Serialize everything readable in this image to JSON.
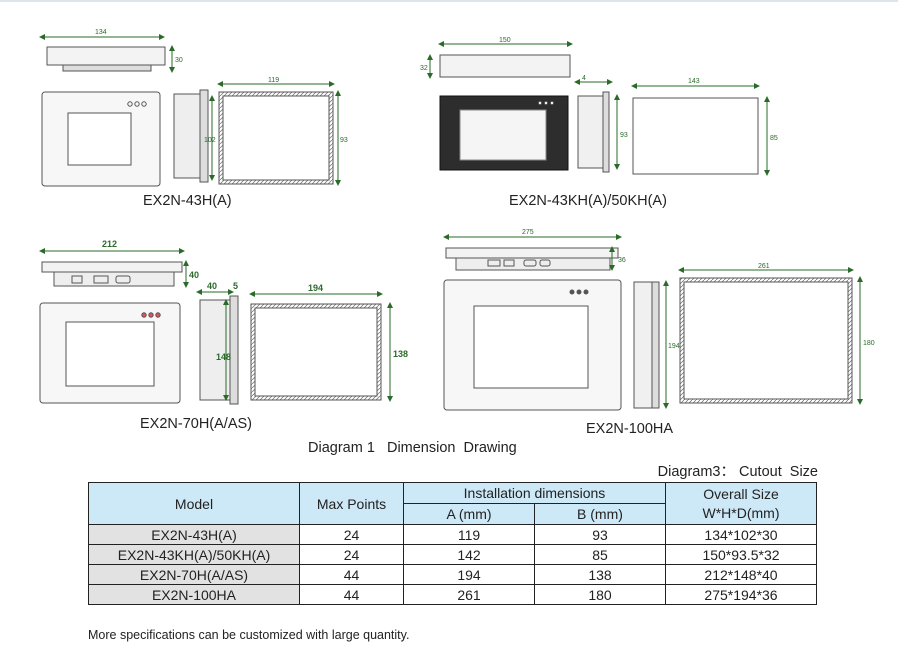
{
  "drawings": [
    {
      "caption": "EX2N-43H(A)",
      "dims": {
        "width": "134",
        "depth": "30",
        "cut_w": "119",
        "cut_h": "93",
        "side_h": "102"
      }
    },
    {
      "caption": "EX2N-43KH(A)/50KH(A)",
      "dims": {
        "width": "150",
        "depth": "32",
        "depth_small": "4",
        "cut_w": "143",
        "cut_h": "85",
        "side_h": "93"
      }
    },
    {
      "caption": "EX2N-70H(A/AS)",
      "dims": {
        "width": "212",
        "depth": "40",
        "depth2": "40",
        "depth_small": "5",
        "cut_w": "194",
        "cut_h": "138",
        "side_h": "148"
      }
    },
    {
      "caption": "EX2N-100HA",
      "dims": {
        "width": "275",
        "depth": "36",
        "cut_w": "261",
        "cut_h": "180",
        "side_h": "194"
      }
    }
  ],
  "diagram_title": "Diagram 1   Dimension  Drawing",
  "cutout_label": "Diagram3： Cutout  Size",
  "table": {
    "headers": {
      "model": "Model",
      "max_points": "Max Points",
      "install": "Installation dimensions",
      "a": "A (mm)",
      "b": "B (mm)",
      "overall": "Overall Size",
      "overall_unit": "W*H*D(mm)"
    },
    "rows": [
      {
        "model": "EX2N-43H(A)",
        "points": "24",
        "a": "119",
        "b": "93",
        "size": "134*102*30"
      },
      {
        "model": "EX2N-43KH(A)/50KH(A)",
        "points": "24",
        "a": "142",
        "b": "85",
        "size": "150*93.5*32"
      },
      {
        "model": "EX2N-70H(A/AS)",
        "points": "44",
        "a": "194",
        "b": "138",
        "size": "212*148*40"
      },
      {
        "model": "EX2N-100HA",
        "points": "44",
        "a": "261",
        "b": "180",
        "size": "275*194*36"
      }
    ]
  },
  "note": "More specifications can be customized with large quantity.",
  "colors": {
    "line": "#2a6b2a",
    "header_bg": "#cde8f6",
    "model_bg": "#e2e2e2"
  }
}
